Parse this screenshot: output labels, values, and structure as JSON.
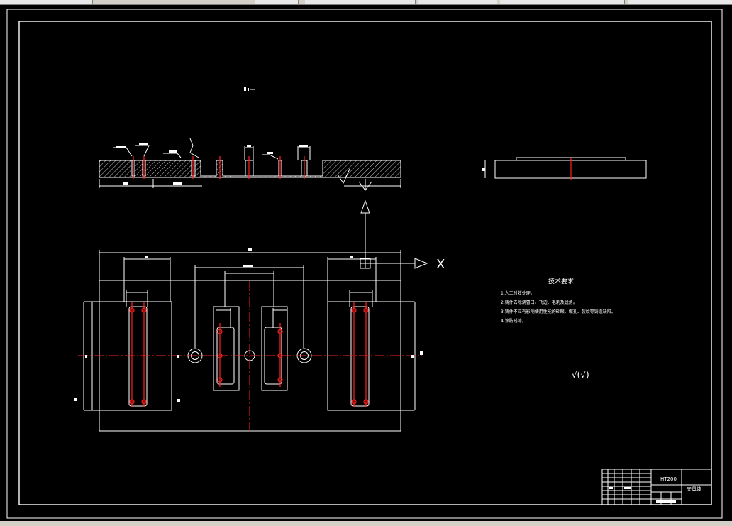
{
  "axis": {
    "x_label": "X"
  },
  "notes": {
    "heading": "技术要求",
    "items": [
      "1.人工时效处理。",
      "2.铸件去除浇冒口、飞边、毛刺及锐角。",
      "3.铸件不应有影响使用性能的砂眼、缩孔、裂纹等铸造缺陷。",
      "4.涂防锈漆。"
    ]
  },
  "surface_finish": {
    "symbol": "√(√)"
  },
  "title_block": {
    "material": "HT200",
    "part_name": "夹具体"
  },
  "colors": {
    "background": "#000000",
    "line": "#ffffff",
    "centerline": "#ff2020"
  }
}
